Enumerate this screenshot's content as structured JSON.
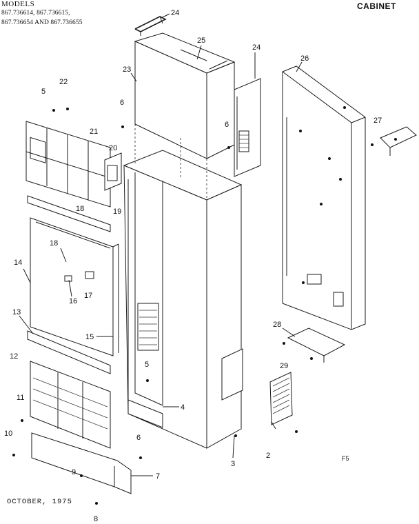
{
  "header": {
    "models_title": "MODELS",
    "models_line1": "867.736614, 867.736615,",
    "models_line2": "867.736654 AND 867.736655",
    "section_title": "CABINET"
  },
  "footer": {
    "date": "OCTOBER, 1975",
    "ref": "F5"
  },
  "callouts": [
    "2",
    "3",
    "4",
    "5",
    "5",
    "6",
    "6",
    "6",
    "7",
    "8",
    "9",
    "10",
    "11",
    "12",
    "13",
    "14",
    "15",
    "16",
    "17",
    "18",
    "18",
    "19",
    "20",
    "21",
    "22",
    "23",
    "24",
    "24",
    "25",
    "26",
    "27",
    "28",
    "29"
  ]
}
